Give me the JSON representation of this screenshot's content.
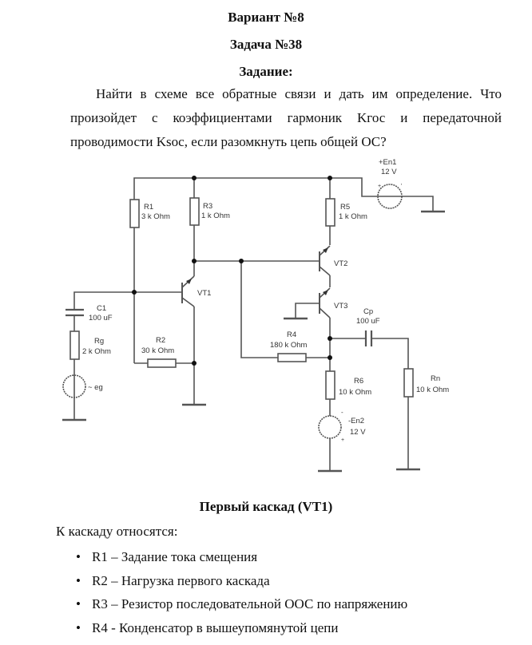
{
  "header": {
    "variant": "Вариант №8",
    "task": "Задача №38",
    "assignment_label": "Задание:"
  },
  "task_text": {
    "line1": "Найти в схеме все обратные связи и дать им определение. Что",
    "line2": "произойдет с коэффициентами гармоник Kгос и передаточной",
    "line3": "проводимости Ksoc, если разомкнуть цепь общей ОС?"
  },
  "schematic": {
    "components": {
      "R1": {
        "name": "R1",
        "value": "3 k Ohm"
      },
      "R2": {
        "name": "R2",
        "value": "30 k Ohm"
      },
      "R3": {
        "name": "R3",
        "value": "1 k Ohm"
      },
      "R4": {
        "name": "R4",
        "value": "180 k Ohm"
      },
      "R5": {
        "name": "R5",
        "value": "1 k Ohm"
      },
      "R6": {
        "name": "R6",
        "value": "10 k Ohm"
      },
      "Rg": {
        "name": "Rg",
        "value": "2 k Ohm"
      },
      "Rn": {
        "name": "Rn",
        "value": "10 k Ohm"
      },
      "C1": {
        "name": "C1",
        "value": "100 uF"
      },
      "Cp": {
        "name": "Cp",
        "value": "100 uF"
      },
      "En1": {
        "name": "+En1",
        "value": "12 V",
        "plus": "+",
        "minus": "'"
      },
      "En2": {
        "name": "-En2",
        "value": "12 V",
        "plus": "+",
        "minus": "-"
      },
      "eg": {
        "name": "~ eg"
      },
      "VT1": {
        "name": "VT1"
      },
      "VT2": {
        "name": "VT2"
      },
      "VT3": {
        "name": "VT3"
      }
    }
  },
  "section": {
    "title": "Первый каскад (VT1)",
    "intro": "К каскаду относятся:",
    "bullet_char": "•",
    "items": [
      "R1 – Задание тока смещения",
      "R2 – Нагрузка первого каскада",
      "R3 – Резистор последовательной ООС по напряжению",
      "R4 - Конденсатор в вышеупомянутой цепи"
    ]
  }
}
